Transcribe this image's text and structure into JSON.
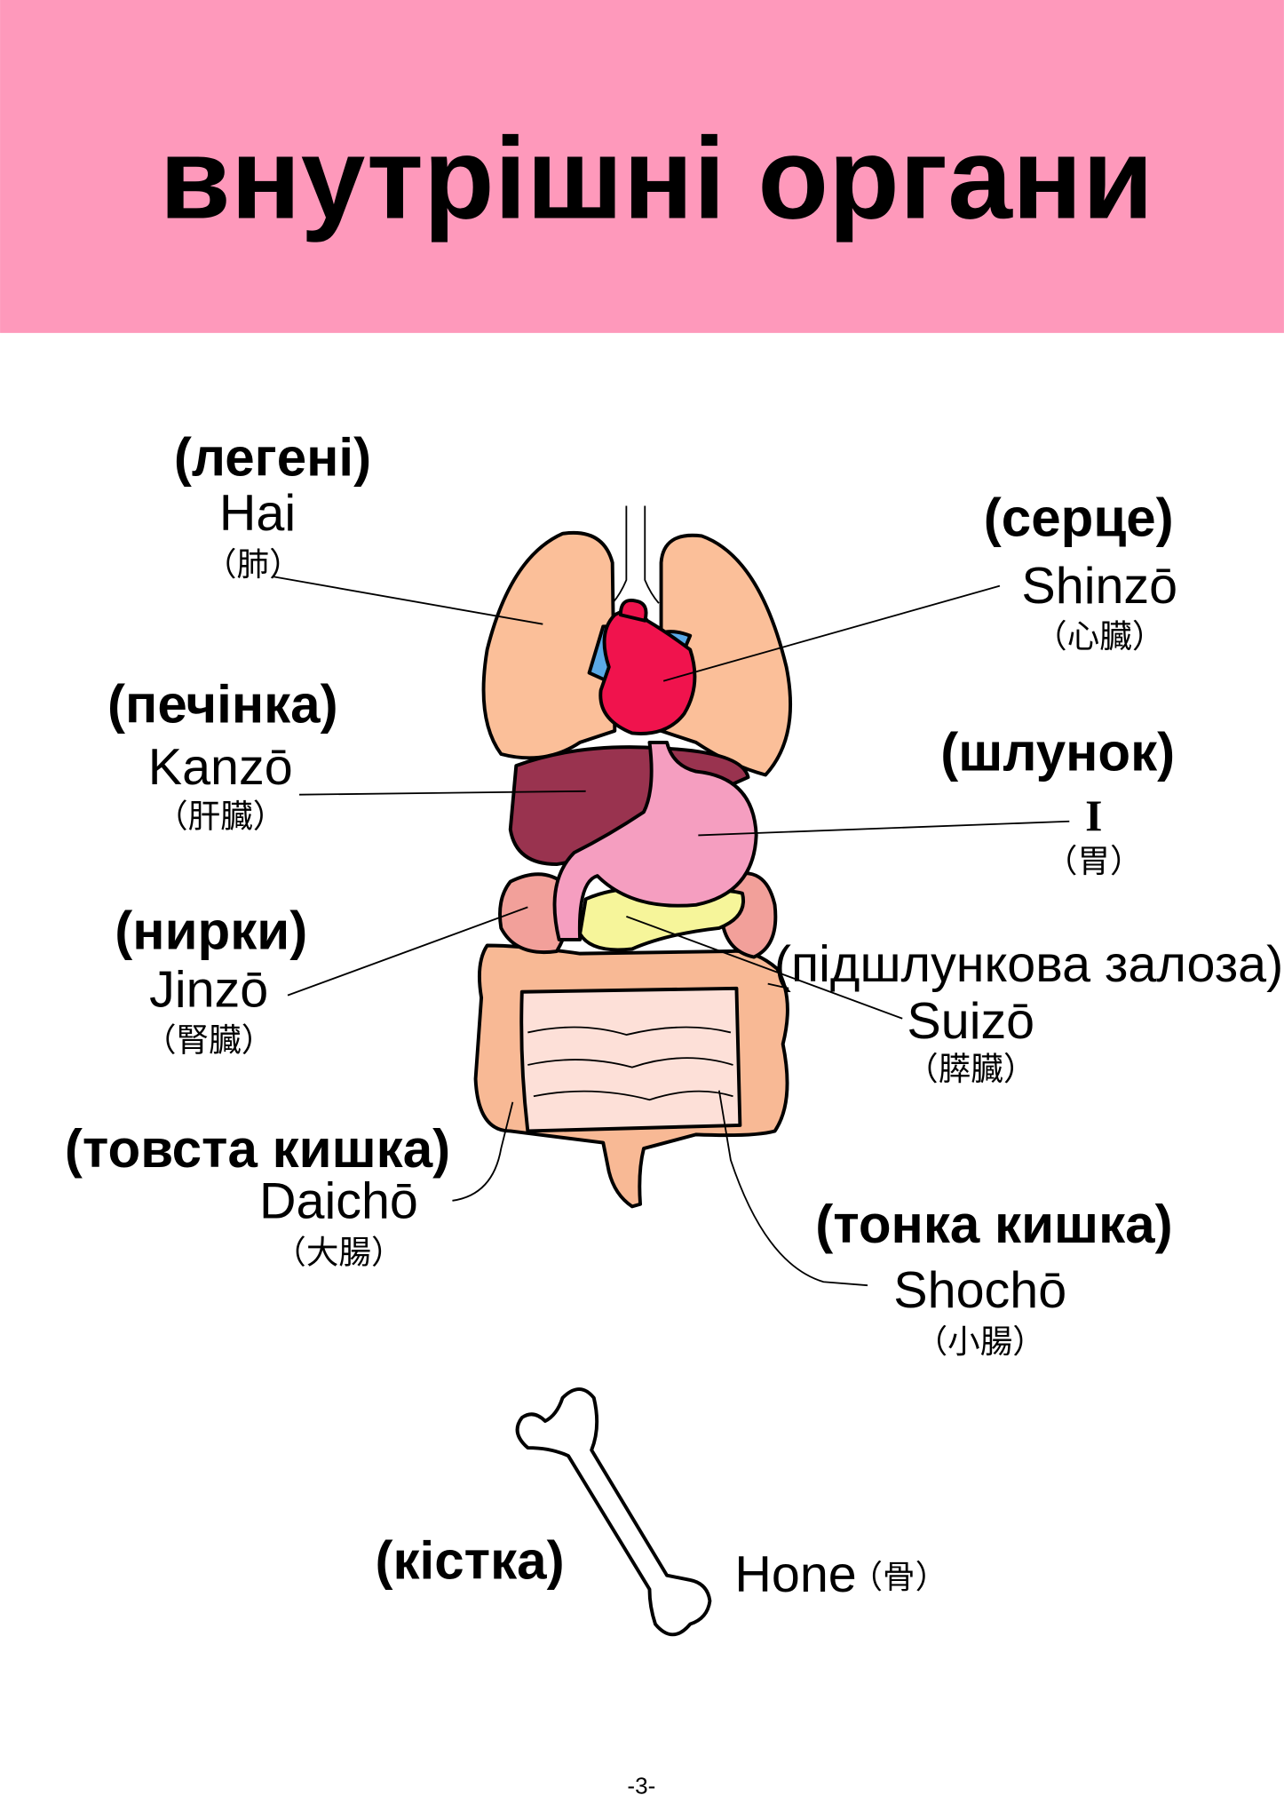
{
  "title": "внутрішні органи",
  "page_number": "-3-",
  "colors": {
    "header_bg": "#fe99bb",
    "lungs": "#fbbf99",
    "heart": "#f0134d",
    "vessels": "#5aa9e6",
    "liver": "#99334f",
    "stomach": "#f59ec0",
    "kidney": "#f2a09a",
    "pancreas": "#f6f59a",
    "large_intestine": "#f8b995",
    "small_intestine": "#fde0d8"
  },
  "labels": {
    "lungs": {
      "ua": "(легені)",
      "romaji": "Hai",
      "kanji": "（肺）"
    },
    "heart": {
      "ua": "(серце)",
      "romaji": "Shinzō",
      "kanji": "（心臓）"
    },
    "liver": {
      "ua": "(печінка)",
      "romaji": "Kanzō",
      "kanji": "（肝臓）"
    },
    "stomach": {
      "ua": "(шлунок)",
      "romaji": "I",
      "kanji": "（胃）"
    },
    "kidneys": {
      "ua": "(нирки)",
      "romaji": "Jinzō",
      "kanji": "（腎臓）"
    },
    "pancreas": {
      "ua": "(підшлункова залоза)",
      "romaji": "Suizō",
      "kanji": "（膵臓）"
    },
    "large_intestine": {
      "ua": "(товста кишка)",
      "romaji": "Daichō",
      "kanji": "（大腸）"
    },
    "small_intestine": {
      "ua": "(тонка кишка)",
      "romaji": "Shochō",
      "kanji": "（小腸）"
    },
    "bone": {
      "ua": "(кістка)",
      "romaji": "Hone",
      "kanji": "（骨）"
    }
  }
}
